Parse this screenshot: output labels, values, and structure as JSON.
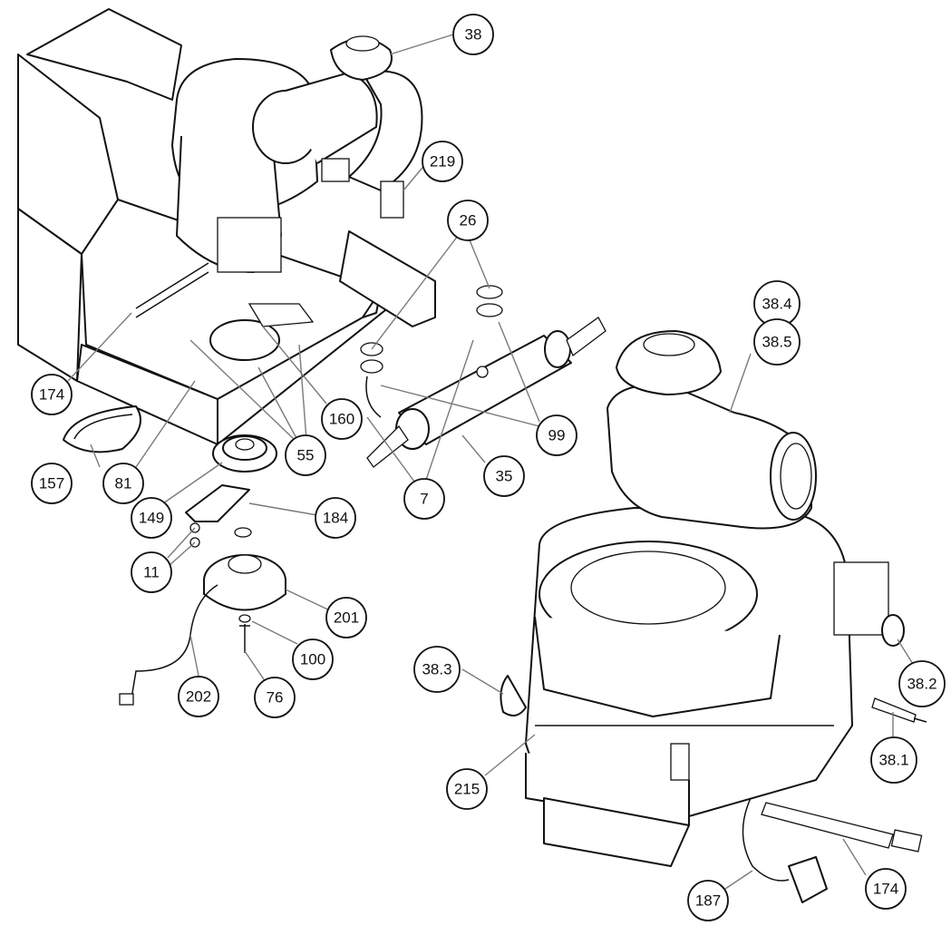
{
  "callouts": [
    {
      "id": "38",
      "label": "38"
    },
    {
      "id": "219",
      "label": "219"
    },
    {
      "id": "26",
      "label": "26"
    },
    {
      "id": "38.4",
      "label": "38.4"
    },
    {
      "id": "38.5",
      "label": "38.5"
    },
    {
      "id": "174a",
      "label": "174"
    },
    {
      "id": "160",
      "label": "160"
    },
    {
      "id": "99",
      "label": "99"
    },
    {
      "id": "157",
      "label": "157"
    },
    {
      "id": "81",
      "label": "81"
    },
    {
      "id": "55",
      "label": "55"
    },
    {
      "id": "35",
      "label": "35"
    },
    {
      "id": "7",
      "label": "7"
    },
    {
      "id": "149",
      "label": "149"
    },
    {
      "id": "184",
      "label": "184"
    },
    {
      "id": "11",
      "label": "11"
    },
    {
      "id": "201",
      "label": "201"
    },
    {
      "id": "100",
      "label": "100"
    },
    {
      "id": "38.3",
      "label": "38.3"
    },
    {
      "id": "38.2",
      "label": "38.2"
    },
    {
      "id": "202",
      "label": "202"
    },
    {
      "id": "76",
      "label": "76"
    },
    {
      "id": "38.1",
      "label": "38.1"
    },
    {
      "id": "215",
      "label": "215"
    },
    {
      "id": "174b",
      "label": "174"
    },
    {
      "id": "187",
      "label": "187"
    }
  ]
}
